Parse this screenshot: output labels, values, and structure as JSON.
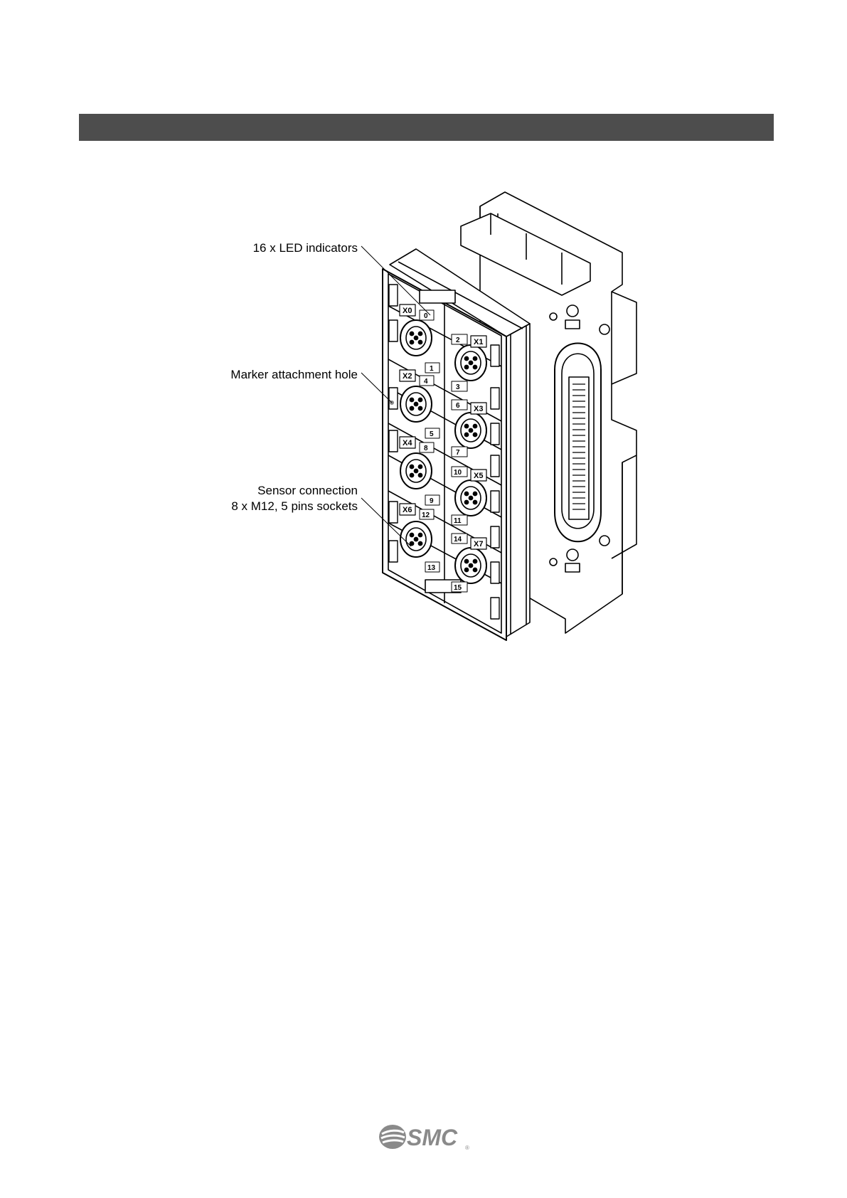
{
  "header": {
    "bar_color": "#4d4d4d"
  },
  "figure": {
    "callouts": {
      "led": "16 x LED indicators",
      "marker": "Marker attachment hole",
      "sensor_line1": "Sensor connection",
      "sensor_line2": "8 x M12, 5 pins sockets"
    },
    "socket_labels": [
      "X0",
      "X1",
      "X2",
      "X3",
      "X4",
      "X5",
      "X6",
      "X7"
    ],
    "led_labels": [
      "0",
      "1",
      "2",
      "3",
      "4",
      "5",
      "6",
      "7",
      "8",
      "9",
      "10",
      "11",
      "12",
      "13",
      "14",
      "15"
    ]
  },
  "footer": {
    "logo_text": "SMC",
    "registered_mark": "®"
  }
}
